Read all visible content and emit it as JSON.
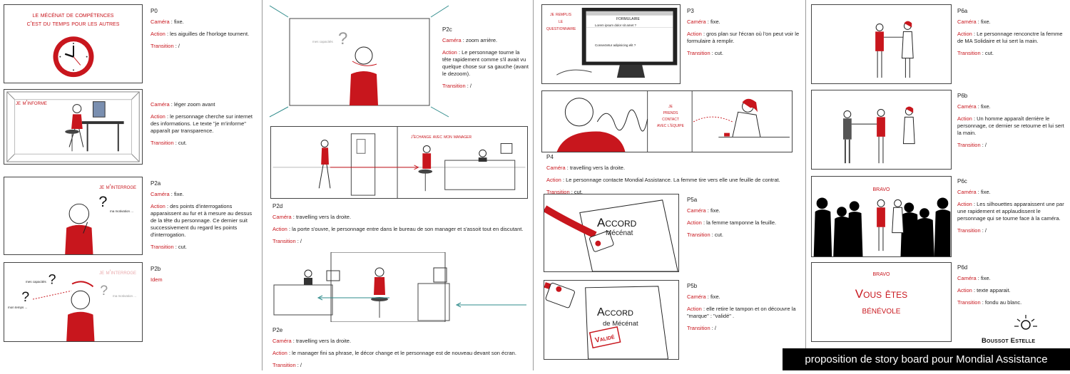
{
  "label_camera": "Caméra",
  "label_action": "Action",
  "label_transition": "Transition",
  "panels": {
    "p0": {
      "id": "P0",
      "title_l1": "Le Mécénat de compétences",
      "title_l2": "c'est du temps pour les autres",
      "camera": " : fixe.",
      "action": " : les aiguilles de l'horloge tournent.",
      "transition": " : /"
    },
    "p1": {
      "title": "Je m'informe",
      "camera": " : léger zoom avant",
      "action": " : le personnage cherche sur internet des informations. Le texte \"je m'informe\" apparaît par transparence.",
      "transition": " : cut."
    },
    "p2a": {
      "id": "P2a",
      "title": "Je m'interroge",
      "bubble": "ma motivation ...",
      "camera": " : fixe.",
      "action": " : des points d'interrogations apparaissent au fur et à mesure au dessus de la tête du personnage. Ce dernier suit successivement du regard les points d'interrogation.",
      "transition": " : cut."
    },
    "p2b": {
      "id": "P2b",
      "title": "Je m'interroge",
      "b1": "mes capacités",
      "b2": "mon temps ...",
      "b3": "ma motivation ...",
      "text": "Idem"
    },
    "p2c": {
      "id": "P2c",
      "bubble": "mes capacités",
      "camera": " : zoom arrière.",
      "action": " : Le personnage tourne la tête rapidement comme s'il avait vu quelque chose sur sa gauche (avant le dezoom).",
      "transition": " : /"
    },
    "p2d": {
      "id": "P2d",
      "title": "J'échange avec mon manager",
      "camera": " : travelling vers la droite.",
      "action": " : la porte s'ouvre, le personnage entre dans le bureau de son manager et s'assoit tout en discutant.",
      "transition": " : /"
    },
    "p2e": {
      "id": "P2e",
      "camera": " : travelling vers la droite.",
      "action": " : le manager fini sa phrase, le décor change et le personnage est de nouveau devant son écran.",
      "transition": " : /"
    },
    "p3": {
      "id": "P3",
      "title_l1": "Je remplis",
      "title_l2": "le",
      "title_l3": "questionnaire",
      "form_title": "FORMULAIRE",
      "form_l1": "Lorem ipsum dolor sit amet ?",
      "form_l2": "Consectetur adipisicing elit ?",
      "camera": " : fixe.",
      "action": " : gros plan sur l'écran où l'on peut voir le formulaire à remplir.",
      "transition": " : cut."
    },
    "p4": {
      "id": "P4",
      "title_l1": "Je",
      "title_l2": "prends",
      "title_l3": "contact",
      "title_l4": "avec l'équipe",
      "camera": " : travelling vers la droite.",
      "action": " : Le personnage contacte Mondial Assistance. La femme tire vers elle une feuille de contrat.",
      "transition": " : cut."
    },
    "p5a": {
      "id": "P5a",
      "doc1": "Accord",
      "doc2": "Mécénat",
      "camera": " : fixe.",
      "action": " : la femme tamponne la feuille.",
      "transition": " : cut."
    },
    "p5b": {
      "id": "P5b",
      "doc1": "Accord",
      "doc2": "de Mécénat",
      "stamp": "Validé",
      "camera": " : fixe.",
      "action": " : elle retire le tampon et on découvre la \"marque\" : \"validé\" .",
      "transition": " : /"
    },
    "p6a": {
      "id": "P6a",
      "camera": " : fixe.",
      "action": " : Le personnage renconctre la femme de MA Solidaire et lui sert la main.",
      "transition": " : cut."
    },
    "p6b": {
      "id": "P6b",
      "camera": " : fixe.",
      "action": " : Un homme apparaît derrière le personnage, ce dernier se retourne et lui sert la main.",
      "transition": " : /"
    },
    "p6c": {
      "id": "P6c",
      "title": "Bravo",
      "camera": " : fixe.",
      "action": " : Les silhouettes apparaissent une par une rapidement et applaudissent le personnage qui se tourne face à la caméra.",
      "transition": " : /"
    },
    "p6d": {
      "id": "P6d",
      "title": "Bravo",
      "big1": "Vous êtes",
      "big2": "bénévole",
      "camera": " : fixe.",
      "action": " : texte apparait.",
      "transition": " : fondu au blanc."
    }
  },
  "logo_text": "Boussot Estelle",
  "footer": "proposition de story board pour Mondial Assistance",
  "colors": {
    "accent": "#c8161d",
    "teal": "#2e8b8b"
  }
}
